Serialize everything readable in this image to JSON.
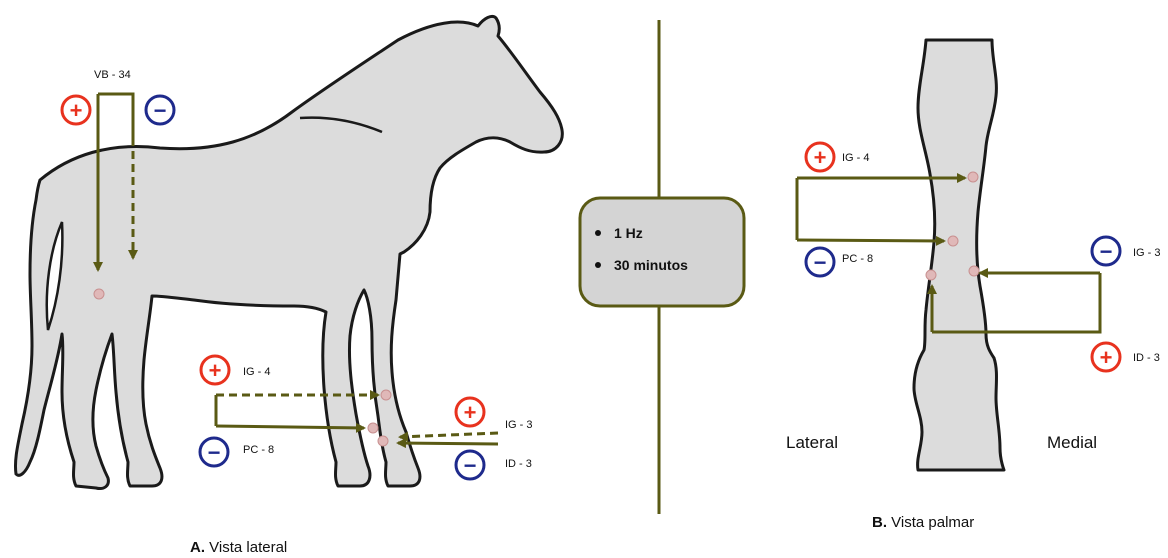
{
  "colors": {
    "arrow": "#5a5a14",
    "positive": "#e8321e",
    "negative": "#1e2a8c",
    "body_fill": "#dcdcdc",
    "outline": "#1a1a1a",
    "point": "#e0b8b8",
    "box_fill": "#d4d4d4"
  },
  "signs": {
    "positive": "+",
    "negative": "−"
  },
  "panel_a": {
    "caption_letter": "A.",
    "caption_text": " Vista lateral",
    "points": {
      "vb34": "VB - 34",
      "ig4": "IG - 4",
      "pc8": "PC - 8",
      "ig3": "IG - 3",
      "id3": "ID - 3"
    }
  },
  "settings_box": {
    "items": [
      "1 Hz",
      "30 minutos"
    ]
  },
  "panel_b": {
    "caption_letter": "B.",
    "caption_text": " Vista palmar",
    "side_left": "Lateral",
    "side_right": "Medial",
    "points": {
      "ig4": "IG - 4",
      "pc8": "PC - 8",
      "ig3": "IG - 3",
      "id3": "ID - 3"
    }
  }
}
